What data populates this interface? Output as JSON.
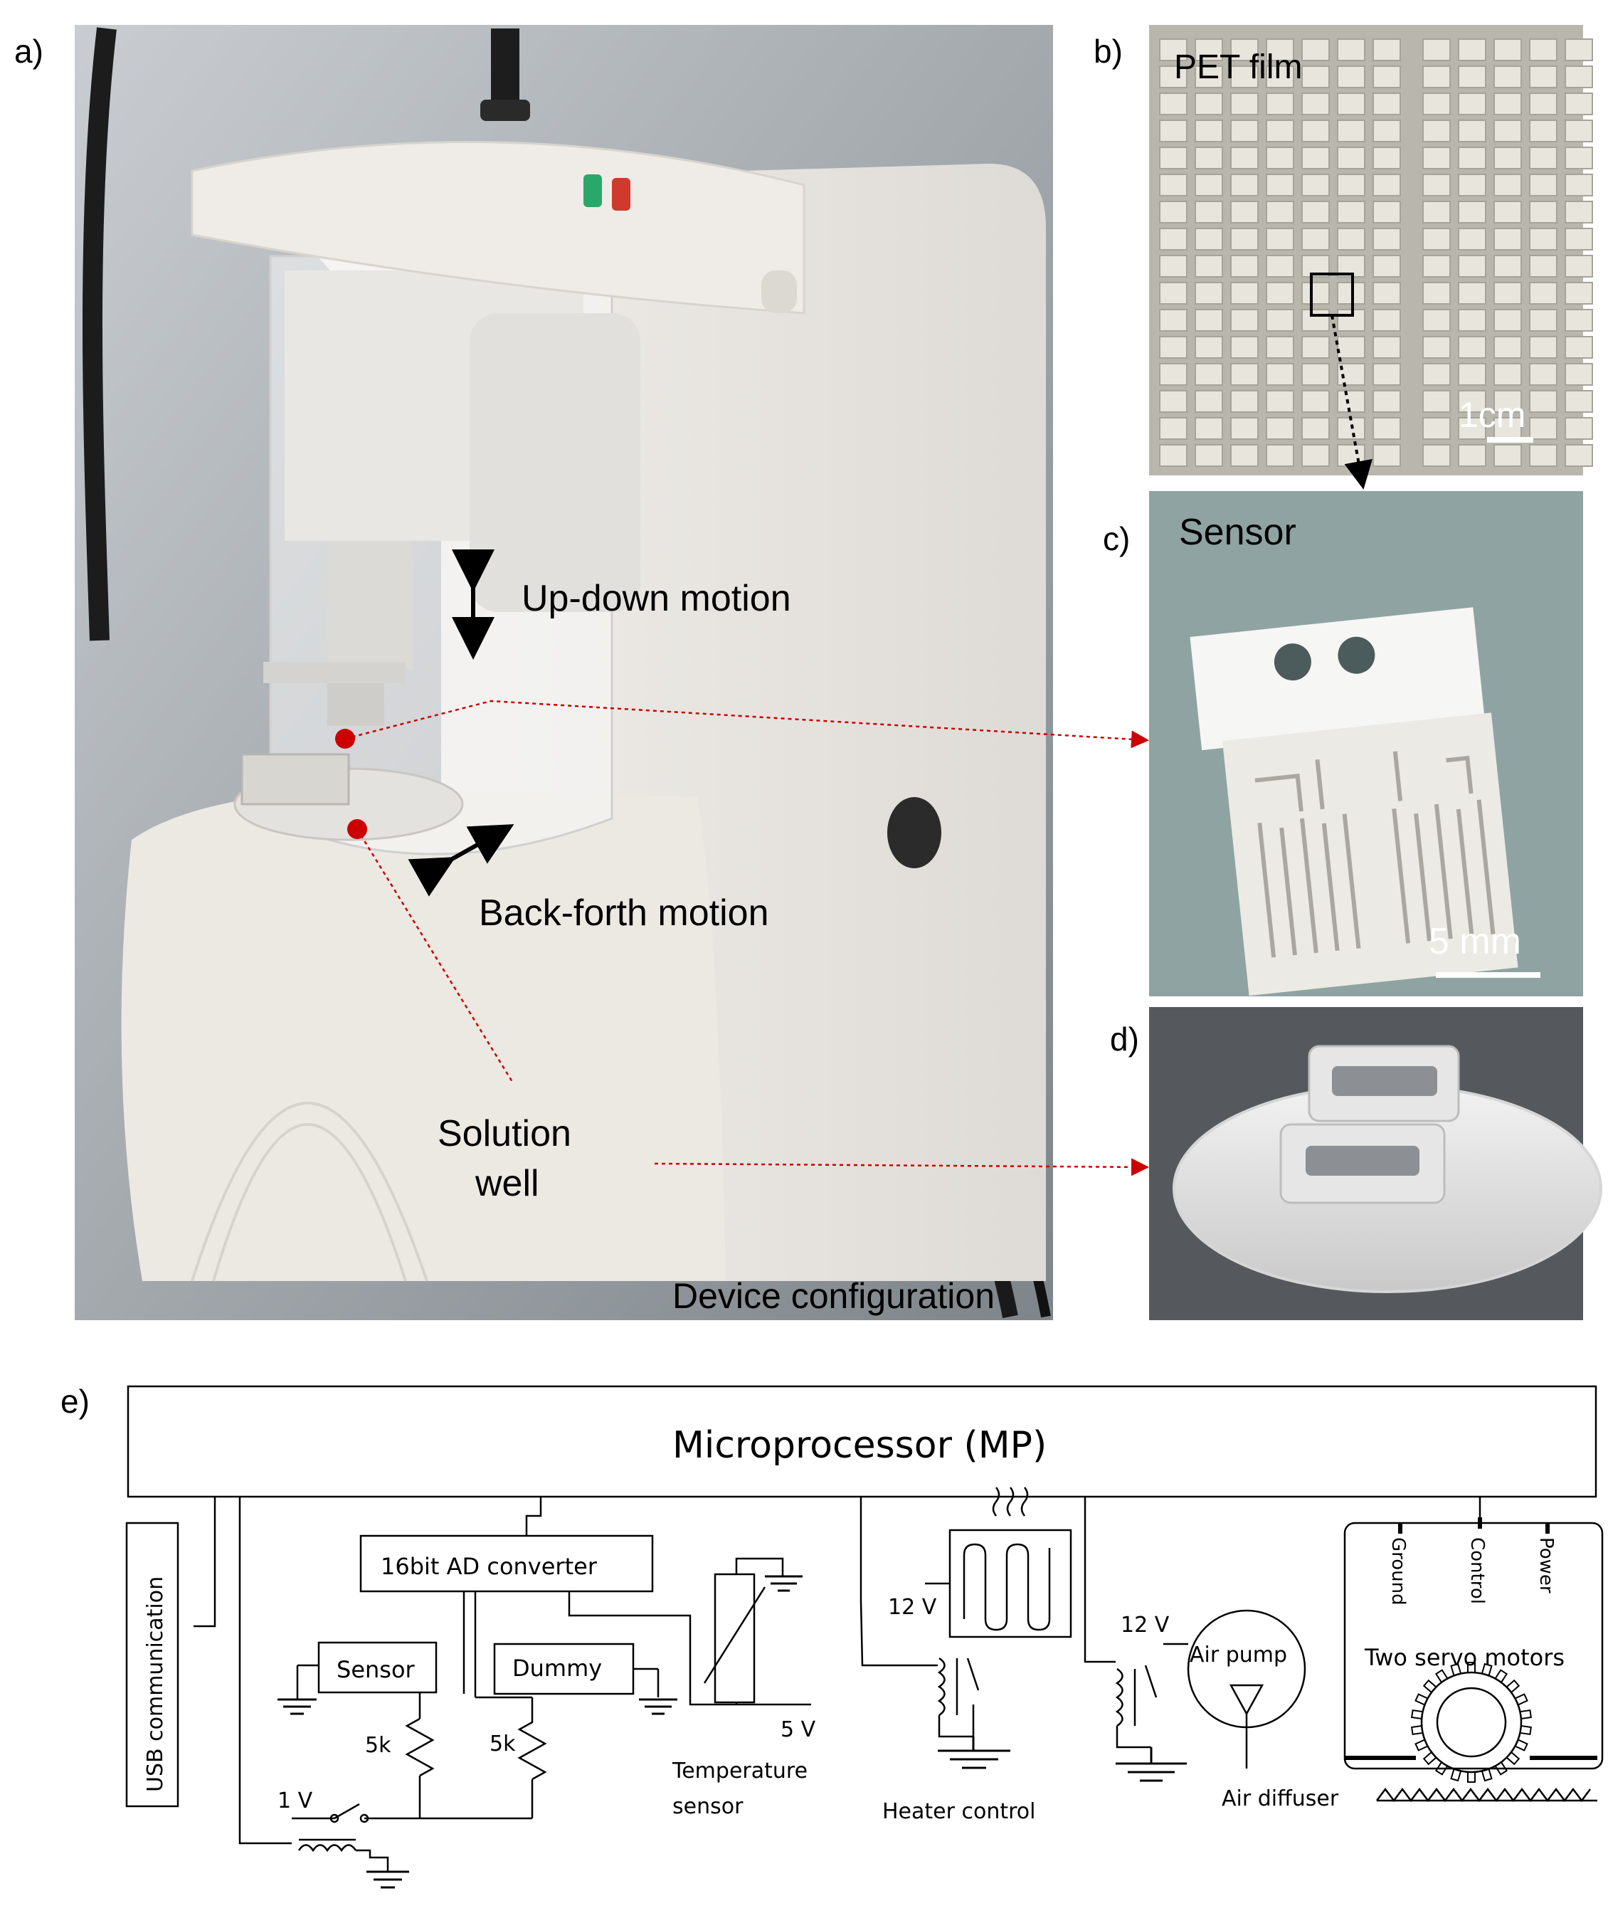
{
  "panels": {
    "a": {
      "label": "a)",
      "annotations": {
        "updown": "Up-down motion",
        "backforth": "Back-forth motion",
        "solution1": "Solution",
        "solution2": "well",
        "caption": "Device configuration"
      }
    },
    "b": {
      "label": "b)",
      "title": "PET film",
      "scale": "1cm"
    },
    "c": {
      "label": "c)",
      "title": "Sensor",
      "scale": "5 mm"
    },
    "d": {
      "label": "d)"
    },
    "e": {
      "label": "e)"
    }
  },
  "schematic": {
    "mp": "Microprocessor (MP)",
    "usb": "USB communication",
    "adc": "16bit AD converter",
    "sensor": "Sensor",
    "dummy": "Dummy",
    "r1": "5k",
    "r2": "5k",
    "v1": "1 V",
    "v5": "5 V",
    "temp1": "Temperature",
    "temp2": "sensor",
    "v12a": "12 V",
    "heater": "Heater control",
    "v12b": "12 V",
    "pump": "Air pump",
    "diffuser": "Air diffuser",
    "ground": "Ground",
    "control": "Control",
    "power": "Power",
    "servo": "Two servo motors"
  },
  "colors": {
    "pointer": "#cc0000",
    "photo_grey": "#9aa0a4",
    "panel_c_bg": "#8fa3a2",
    "panel_d_bg": "#55585c"
  }
}
